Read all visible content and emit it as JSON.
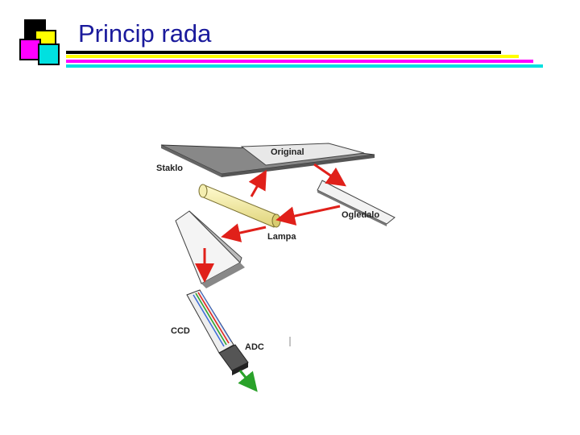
{
  "slide": {
    "title": "Princip rada"
  },
  "diagram": {
    "labels": {
      "original": "Original",
      "staklo": "Staklo",
      "ogledalo": "Ogledalo",
      "lampa": "Lampa",
      "ccd": "CCD",
      "adc": "ADC"
    },
    "colors": {
      "title": "#1a1a9c",
      "light_arrow": "#e0201a",
      "output_arrow": "#2aa22a",
      "rule_black": "#000000",
      "rule_yellow": "#ffff00",
      "rule_magenta": "#ff00ff",
      "rule_cyan": "#00e0e0"
    }
  }
}
